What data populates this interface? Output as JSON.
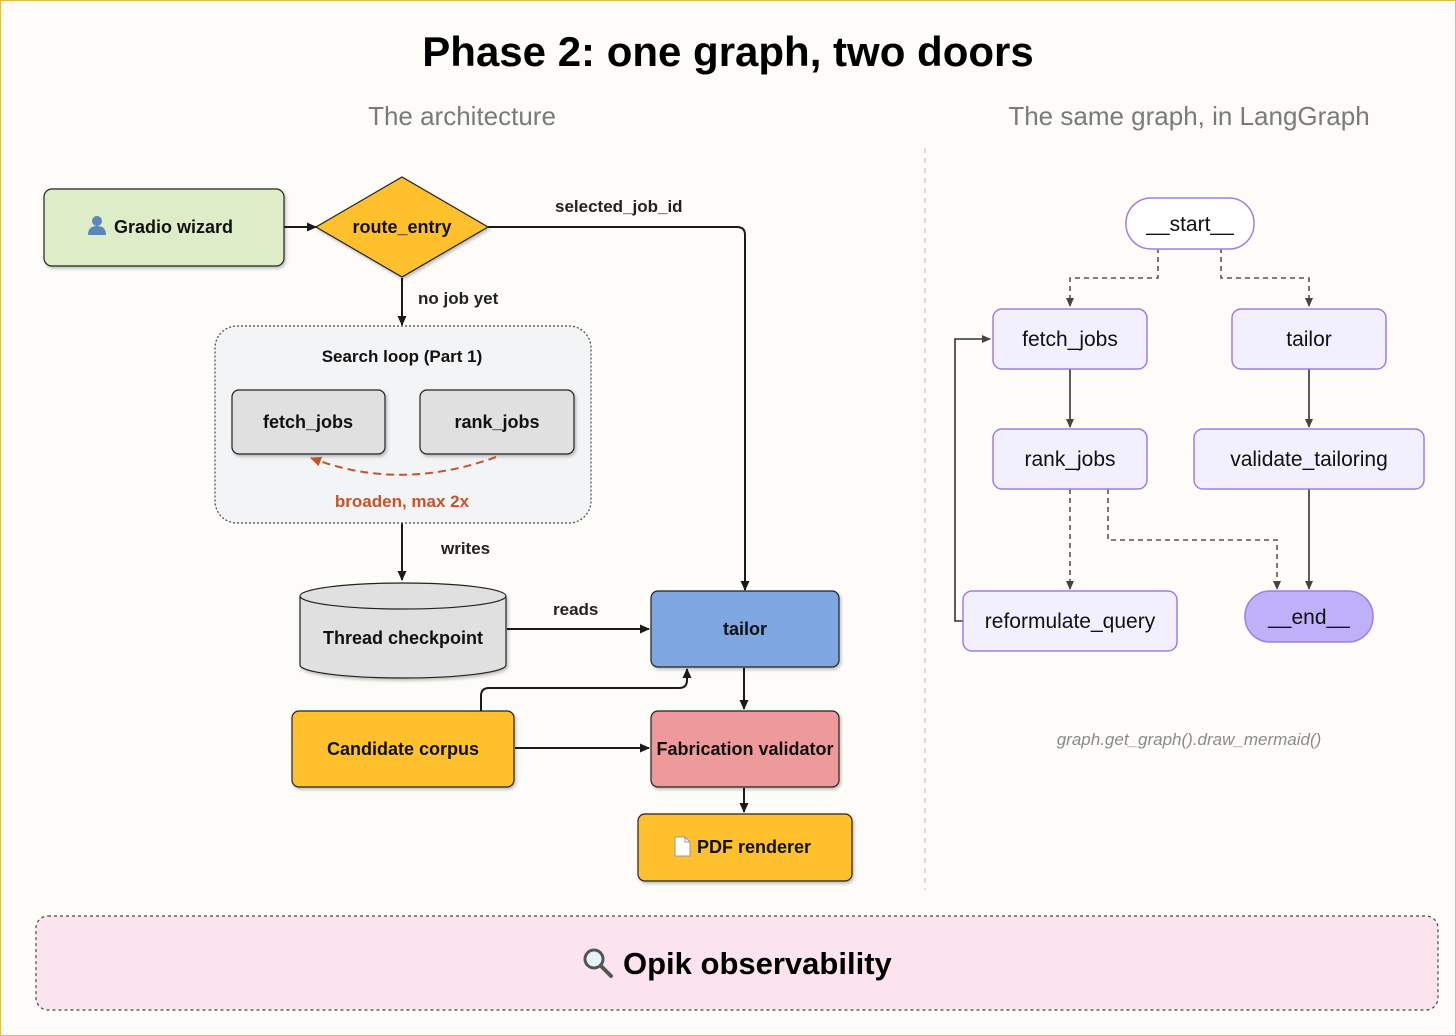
{
  "title": "Phase 2: one graph, two doors",
  "left_panel": {
    "subtitle": "The architecture",
    "nodes": {
      "gradio_wizard": "Gradio wizard",
      "route_entry": "route_entry",
      "search_loop_title": "Search loop (Part 1)",
      "fetch_jobs": "fetch_jobs",
      "rank_jobs": "rank_jobs",
      "thread_checkpoint": "Thread checkpoint",
      "tailor": "tailor",
      "candidate_corpus": "Candidate corpus",
      "fabrication_validator": "Fabrication validator",
      "pdf_renderer": "PDF renderer"
    },
    "edge_labels": {
      "selected_job_id": "selected_job_id",
      "no_job_yet": "no job yet",
      "broaden": "broaden, max 2x",
      "writes": "writes",
      "reads": "reads"
    },
    "icons": {
      "gradio_wizard": "user-icon",
      "pdf_renderer": "document-icon"
    },
    "colors": {
      "gradio_wizard": "#dcedc8",
      "route_entry": "#ffc02e",
      "search_loop_bg": "#f3f4f6",
      "gray_node": "#e0e0e0",
      "tailor": "#7ea6e0",
      "candidate_corpus": "#ffc02e",
      "fabrication_validator": "#ef9a9a",
      "pdf_renderer": "#ffc02e",
      "loop_arrow": "#c8532a"
    }
  },
  "right_panel": {
    "subtitle": "The same graph, in LangGraph",
    "nodes": {
      "start": "__start__",
      "fetch_jobs": "fetch_jobs",
      "tailor": "tailor",
      "rank_jobs": "rank_jobs",
      "validate_tailoring": "validate_tailoring",
      "reformulate_query": "reformulate_query",
      "end": "__end__"
    },
    "caption": "graph.get_graph().draw_mermaid()",
    "colors": {
      "node_fill": "#f2f0ff",
      "node_border": "#9e7fe0",
      "end_fill": "#bfb1f9"
    }
  },
  "footer": {
    "label": "Opik observability",
    "icon": "magnifier-icon",
    "color": "#fbe4ee"
  }
}
